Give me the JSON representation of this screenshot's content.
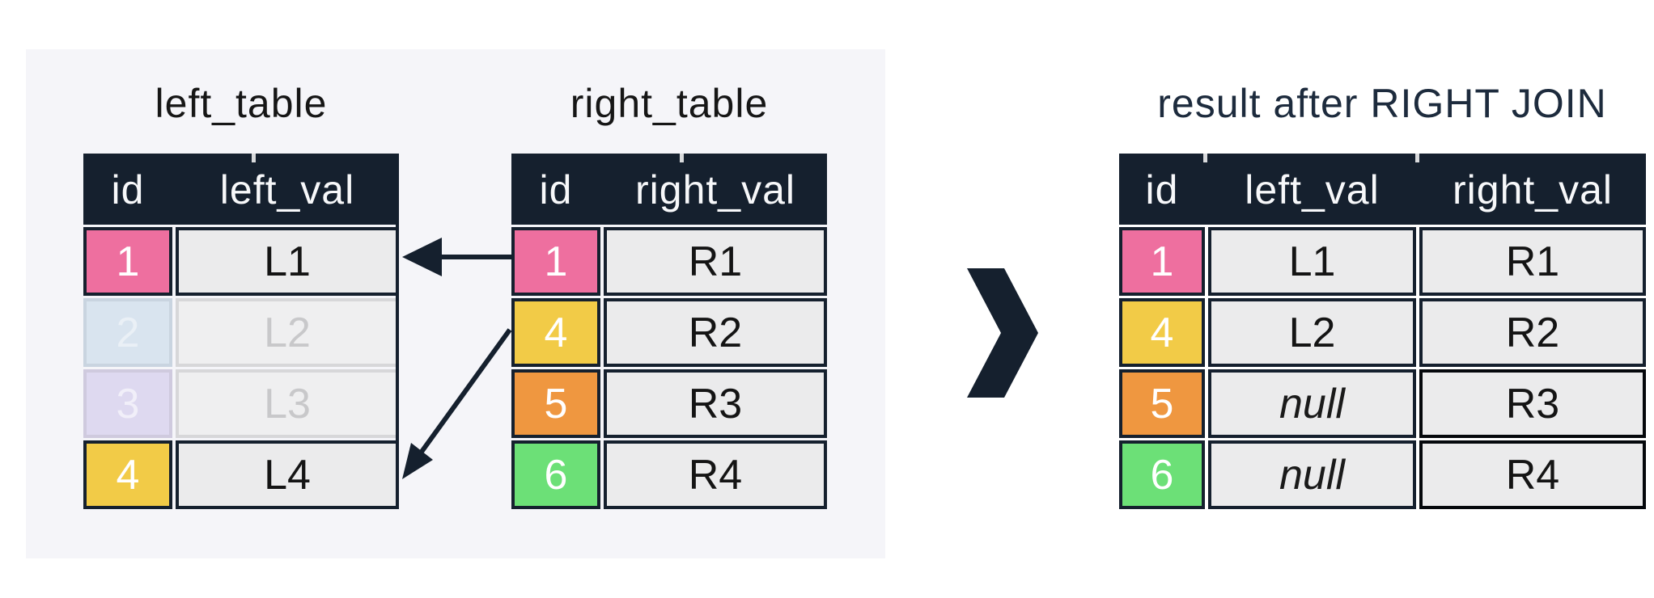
{
  "colors": {
    "navy": "#15202e",
    "panel_bg": "#f5f5f9",
    "cell_bg": "#ebebec",
    "pink": "#ee6f9f",
    "yellow": "#f2cb47",
    "orange": "#ef9740",
    "green": "#6ce077",
    "faded_blue": "#d9e4ef",
    "faded_purple": "#ded9f0",
    "title_dark": "#161616",
    "title_navy": "#1d2b3d"
  },
  "left_table": {
    "title": "left_table",
    "columns": [
      "id",
      "left_val"
    ],
    "rows": [
      {
        "id": "1",
        "val": "L1",
        "id_bg": "#ee6f9f",
        "state": "matched"
      },
      {
        "id": "2",
        "val": "L2",
        "id_bg": "#d9e4ef",
        "state": "faded"
      },
      {
        "id": "3",
        "val": "L3",
        "id_bg": "#ded9f0",
        "state": "faded"
      },
      {
        "id": "4",
        "val": "L4",
        "id_bg": "#f2cb47",
        "state": "matched"
      }
    ]
  },
  "right_table": {
    "title": "right_table",
    "columns": [
      "id",
      "right_val"
    ],
    "rows": [
      {
        "id": "1",
        "val": "R1",
        "id_bg": "#ee6f9f"
      },
      {
        "id": "4",
        "val": "R2",
        "id_bg": "#f2cb47"
      },
      {
        "id": "5",
        "val": "R3",
        "id_bg": "#ef9740"
      },
      {
        "id": "6",
        "val": "R4",
        "id_bg": "#6ce077"
      }
    ]
  },
  "result_table": {
    "title": "result after RIGHT JOIN",
    "columns": [
      "id",
      "left_val",
      "right_val"
    ],
    "rows": [
      {
        "id": "1",
        "left_val": "L1",
        "right_val": "R1",
        "id_bg": "#ee6f9f"
      },
      {
        "id": "4",
        "left_val": "L2",
        "right_val": "R2",
        "id_bg": "#f2cb47"
      },
      {
        "id": "5",
        "left_val": "null",
        "right_val": "R3",
        "id_bg": "#ef9740"
      },
      {
        "id": "6",
        "left_val": "null",
        "right_val": "R4",
        "id_bg": "#6ce077"
      }
    ]
  },
  "arrows": [
    {
      "description": "right_table id 1 matches left_table id 1"
    },
    {
      "description": "right_table id 4 matches left_table id 4"
    }
  ],
  "chevron": {
    "icon": "chevron-right"
  }
}
